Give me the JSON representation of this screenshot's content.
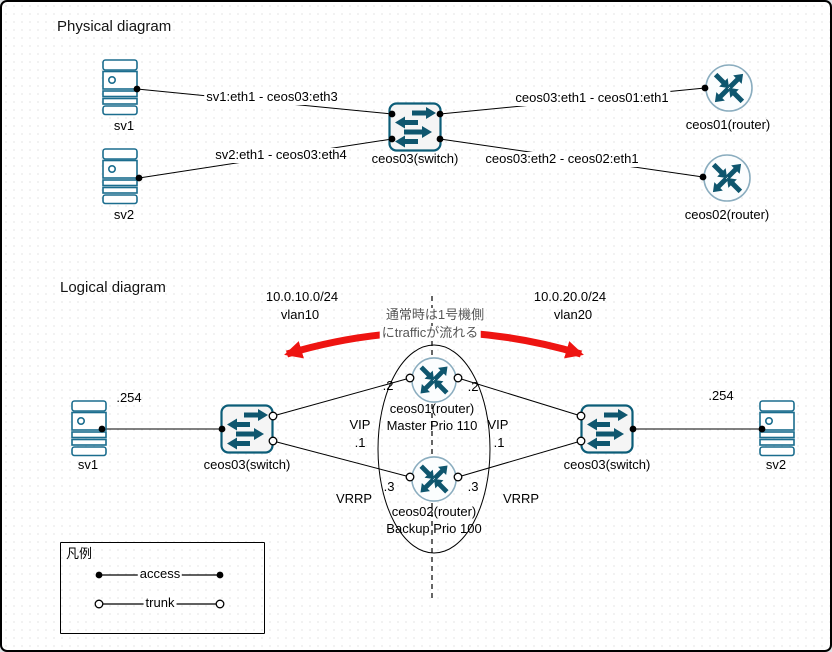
{
  "physical": {
    "title": "Physical diagram",
    "nodes": {
      "sv1": "sv1",
      "sv2": "sv2",
      "switch": "ceos03(switch)",
      "router1": "ceos01(router)",
      "router2": "ceos02(router)"
    },
    "links": {
      "sv1_sw": "sv1:eth1 - ceos03:eth3",
      "sv2_sw": "sv2:eth1 - ceos03:eth4",
      "sw_r1": "ceos03:eth1 - ceos01:eth1",
      "sw_r2": "ceos03:eth2 - ceos02:eth1"
    }
  },
  "logical": {
    "title": "Logical diagram",
    "left_net": {
      "subnet": "10.0.10.0/24",
      "vlan": "vlan10"
    },
    "right_net": {
      "subnet": "10.0.20.0/24",
      "vlan": "vlan20"
    },
    "note": {
      "line1": "通常時は1号機側",
      "line2": "にtrafficが流れる"
    },
    "sv1": {
      "label": "sv1",
      "host_ip": ".254"
    },
    "sv2": {
      "label": "sv2",
      "host_ip": ".254"
    },
    "switch_left": "ceos03(switch)",
    "switch_right": "ceos03(switch)",
    "router1": {
      "label": "ceos01(router)",
      "role": "Master Prio 110",
      "ip_vlan10": ".2",
      "ip_vlan20": ".2"
    },
    "router2": {
      "label": "ceos02(router)",
      "role": "Backup Prio 100",
      "ip_vlan10": ".3",
      "ip_vlan20": ".3"
    },
    "vip": {
      "label": "VIP",
      "ip": ".1"
    },
    "vrrp": "VRRP"
  },
  "legend": {
    "title": "凡例",
    "access": "access",
    "trunk": "trunk"
  },
  "icons": {
    "server": "server-icon",
    "switch": "l2-switch-icon",
    "router": "router-icon"
  },
  "colors": {
    "node_stroke": "#0c5d78",
    "icon_glyph": "#0f566e",
    "router_ring": "#8badbf",
    "link": "#000000",
    "traffic_arrow": "#ee1411"
  }
}
